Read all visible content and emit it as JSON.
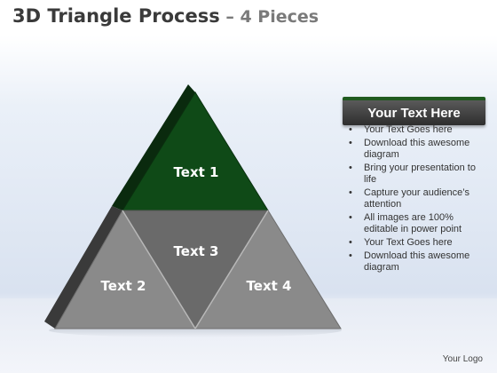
{
  "title": {
    "main": "3D Triangle Process",
    "separator": " – ",
    "sub": "4 Pieces"
  },
  "diagram": {
    "pieces": [
      {
        "label": "Text 1",
        "color": "#0f4a17"
      },
      {
        "label": "Text 2",
        "color": "#8a8a8a"
      },
      {
        "label": "Text 3",
        "color": "#6a6a6a"
      },
      {
        "label": "Text 4",
        "color": "#8a8a8a"
      }
    ],
    "side_colors": {
      "top": "#0a2a0e",
      "bottom": "#3a3a3a"
    }
  },
  "panel": {
    "header": "Your Text Here",
    "header_accent": "#1f5a1f",
    "bullets": [
      "Your Text Goes here",
      "Download this awesome diagram",
      "Bring your presentation to life",
      "Capture your audience’s attention",
      "All images are 100% editable in power point",
      "Your Text Goes here",
      "Download this awesome diagram"
    ]
  },
  "footer": {
    "logo": "Your Logo"
  }
}
